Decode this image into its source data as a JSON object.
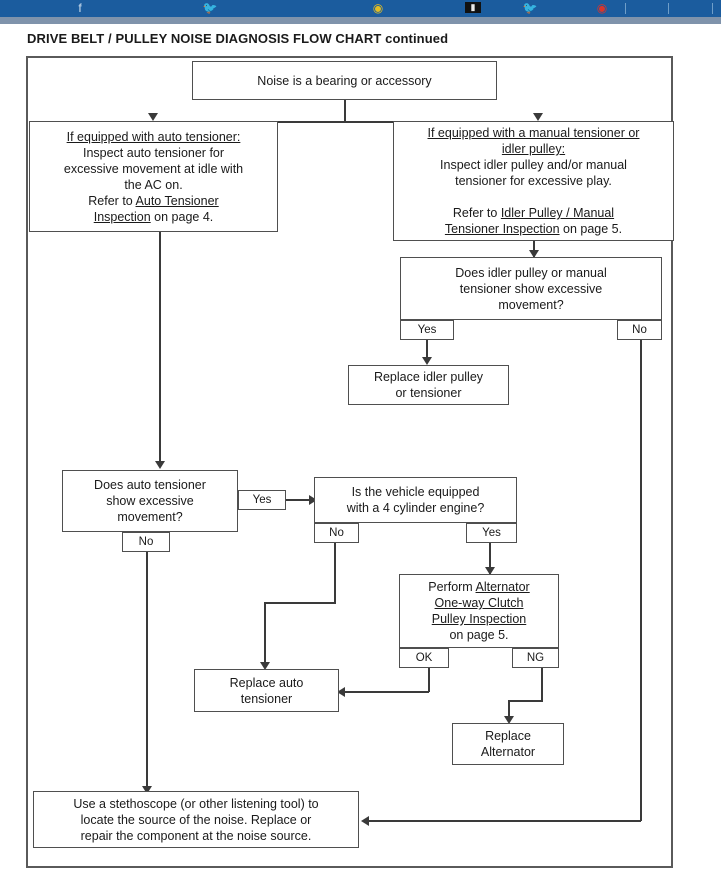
{
  "browser_strip": {
    "icons": [
      "facebook-icon",
      "twitter-icon",
      "pixel-image-icon",
      "chrome-icon",
      "twitter-bird-icon",
      "reddit-icon"
    ],
    "bar_color": "#1b5c9e"
  },
  "page_title": "DRIVE BELT / PULLEY NOISE DIAGNOSIS FLOW CHART continued",
  "chart_data": {
    "type": "flowchart",
    "title": "DRIVE BELT / PULLEY NOISE DIAGNOSIS FLOW CHART continued",
    "nodes": [
      {
        "id": "start",
        "label": "Noise is a bearing or accessory"
      },
      {
        "id": "auto_tensioner_branch",
        "heading": "If equipped with auto tensioner:",
        "line1": "Inspect auto tensioner for",
        "line2": "excessive movement at idle with",
        "line3": "the AC on.",
        "line4_pre": "Refer to ",
        "line4_link": "Auto Tensioner",
        "line5_link": "Inspection",
        "line5_post": " on page 4."
      },
      {
        "id": "manual_tensioner_branch",
        "heading1": "If equipped with a manual tensioner or",
        "heading2": "idler pulley:",
        "line1": "Inspect idler pulley and/or manual",
        "line2": "tensioner for excessive play.",
        "line3_pre": "Refer to ",
        "line3_link": "Idler Pulley / Manual",
        "line4_link": "Tensioner Inspection",
        "line4_post": " on page 5."
      },
      {
        "id": "idler_decision",
        "line1": "Does idler pulley or manual",
        "line2": "tensioner show excessive",
        "line3": "movement?",
        "yes_label": "Yes",
        "no_label": "No"
      },
      {
        "id": "replace_idler",
        "line1": "Replace idler pulley",
        "line2": "or tensioner"
      },
      {
        "id": "auto_decision",
        "line1": "Does auto tensioner",
        "line2": "show excessive",
        "line3": "movement?",
        "yes_label": "Yes",
        "no_label": "No"
      },
      {
        "id": "cylinder_decision",
        "line1": "Is the vehicle equipped",
        "line2": "with a 4 cylinder engine?",
        "no_label": "No",
        "yes_label": "Yes"
      },
      {
        "id": "alternator_inspection",
        "line1_pre": "Perform ",
        "line1_link": "Alternator",
        "line2_link": "One-way Clutch",
        "line3_link": "Pulley Inspection",
        "line4": "on page 5.",
        "ok_label": "OK",
        "ng_label": "NG"
      },
      {
        "id": "replace_auto_tensioner",
        "line1": "Replace auto",
        "line2": "tensioner"
      },
      {
        "id": "replace_alternator",
        "line1": "Replace",
        "line2": "Alternator"
      },
      {
        "id": "stethoscope",
        "line1": "Use a stethoscope (or other listening tool) to",
        "line2": "locate the source of the noise. Replace or",
        "line3": "repair the component at the noise source."
      }
    ],
    "edges": [
      {
        "from": "start",
        "to": "auto_tensioner_branch",
        "label": ""
      },
      {
        "from": "start",
        "to": "manual_tensioner_branch",
        "label": ""
      },
      {
        "from": "manual_tensioner_branch",
        "to": "idler_decision",
        "label": ""
      },
      {
        "from": "idler_decision",
        "to": "replace_idler",
        "label": "Yes"
      },
      {
        "from": "idler_decision",
        "to": "stethoscope",
        "label": "No"
      },
      {
        "from": "auto_tensioner_branch",
        "to": "auto_decision",
        "label": ""
      },
      {
        "from": "auto_decision",
        "to": "cylinder_decision",
        "label": "Yes"
      },
      {
        "from": "auto_decision",
        "to": "stethoscope",
        "label": "No"
      },
      {
        "from": "cylinder_decision",
        "to": "replace_auto_tensioner",
        "label": "No"
      },
      {
        "from": "cylinder_decision",
        "to": "alternator_inspection",
        "label": "Yes"
      },
      {
        "from": "alternator_inspection",
        "to": "replace_auto_tensioner",
        "label": "OK"
      },
      {
        "from": "alternator_inspection",
        "to": "replace_alternator",
        "label": "NG"
      }
    ],
    "colors": {
      "node_border": "#4f4f4f",
      "connector": "#3a3a3a",
      "frame": "#5a5a5a",
      "background": "#ffffff"
    }
  }
}
